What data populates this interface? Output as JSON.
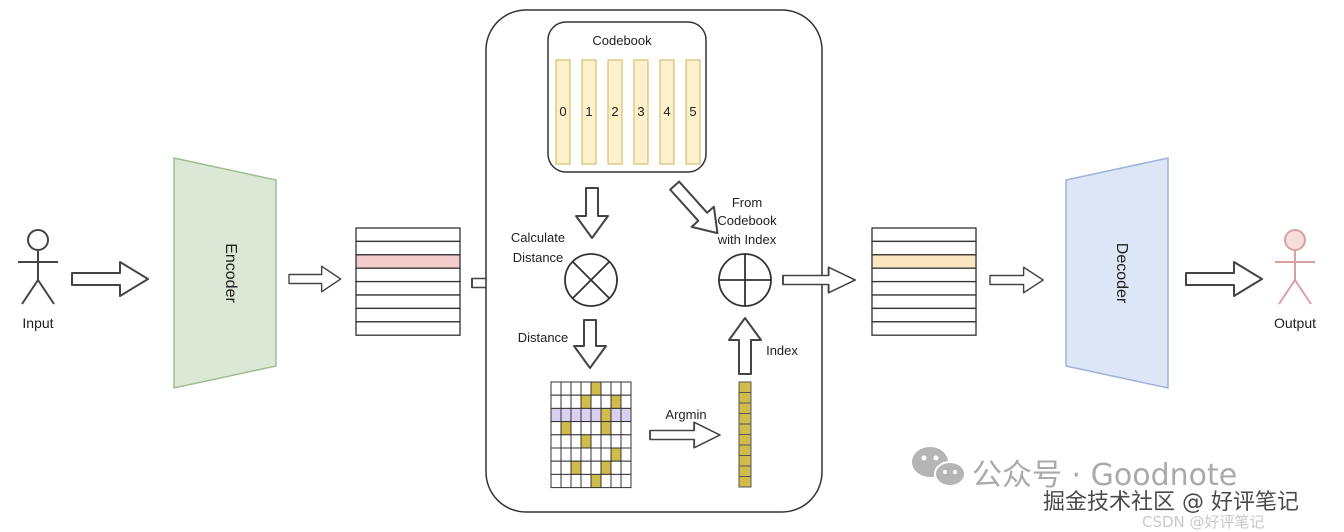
{
  "labels": {
    "input": "Input",
    "output": "Output",
    "encoder": "Encoder",
    "decoder": "Decoder",
    "codebook": "Codebook",
    "calculate_distance_1": "Calculate",
    "calculate_distance_2": "Distance",
    "distance": "Distance",
    "from_codebook_1": "From",
    "from_codebook_2": "Codebook",
    "from_codebook_3": "with Index",
    "argmin": "Argmin",
    "index": "Index"
  },
  "codebook_entries": [
    "0",
    "1",
    "2",
    "3",
    "4",
    "5"
  ],
  "watermark": {
    "wechat_text": "公众号 · Goodnote",
    "juejin_text": "掘金技术社区 @ 好评笔记",
    "csdn_text": "CSDN @好评笔记"
  },
  "colors": {
    "encoder_fill": "#dbe8d5",
    "encoder_stroke": "#9fbd8f",
    "decoder_fill": "#dde6f7",
    "decoder_stroke": "#9fb2d9",
    "latent_highlight": "#f4cccc",
    "quantized_highlight": "#fbe6c2",
    "codebook_fill": "#fdf1cc",
    "codebook_stroke": "#d9c27a",
    "distance_cell_fill": "#d1bc4b",
    "distance_row_highlight": "#d8d0ee",
    "index_fill": "#d1bc4b",
    "output_person": "#d9a0a0"
  }
}
